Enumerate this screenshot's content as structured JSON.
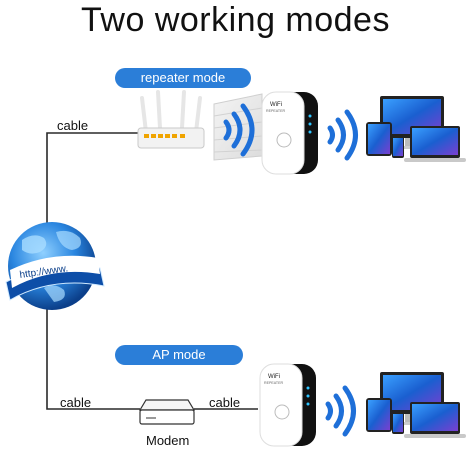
{
  "title": "Two working modes",
  "globe": {
    "url_text": "http://www."
  },
  "repeater_section": {
    "mode_label": "repeater mode",
    "cable_label": "cable"
  },
  "ap_section": {
    "mode_label": "AP mode",
    "cable_left_label": "cable",
    "cable_right_label": "cable",
    "modem_label": "Modem"
  },
  "repeater_device": {
    "badge_top": "WiFi",
    "badge_bottom": "REPEATER"
  },
  "colors": {
    "accent": "#2b7ed8",
    "wifi_wave": "#1e6fd8",
    "wire": "#2a2a2a",
    "globe": "#1f6fc9",
    "device_black": "#111111"
  }
}
